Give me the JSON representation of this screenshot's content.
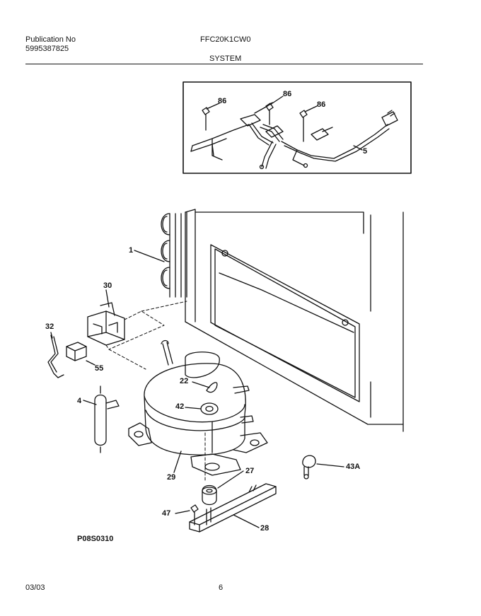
{
  "header": {
    "publication_label": "Publication No",
    "publication_number": "5995387825",
    "model": "FFC20K1CW0",
    "section": "SYSTEM"
  },
  "callouts": {
    "p86a": "86",
    "p86b": "86",
    "p86c": "86",
    "p5": "5",
    "p1": "1",
    "p30": "30",
    "p32": "32",
    "p55": "55",
    "p4": "4",
    "p22": "22",
    "p42": "42",
    "p29": "29",
    "p27": "27",
    "p43a": "43A",
    "p47": "47",
    "p28": "28"
  },
  "figure_code": "P08S0310",
  "footer": {
    "date": "03/03",
    "page": "6"
  }
}
